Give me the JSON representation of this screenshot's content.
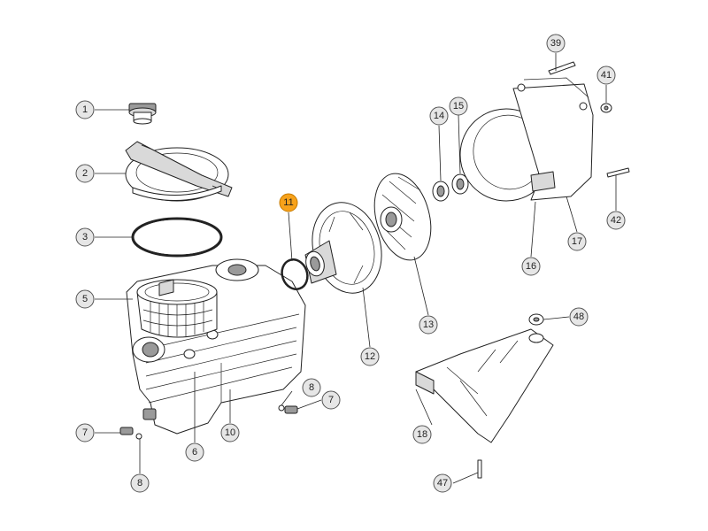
{
  "diagram": {
    "highlight_color": "#f7a21b",
    "callouts": [
      {
        "id": "c1",
        "label": "1"
      },
      {
        "id": "c2",
        "label": "2"
      },
      {
        "id": "c3",
        "label": "3"
      },
      {
        "id": "c5",
        "label": "5"
      },
      {
        "id": "c6",
        "label": "6"
      },
      {
        "id": "c7a",
        "label": "7"
      },
      {
        "id": "c8a",
        "label": "8"
      },
      {
        "id": "c7b",
        "label": "7"
      },
      {
        "id": "c8b",
        "label": "8"
      },
      {
        "id": "c10",
        "label": "10"
      },
      {
        "id": "c11",
        "label": "11",
        "highlighted": true
      },
      {
        "id": "c12",
        "label": "12"
      },
      {
        "id": "c13",
        "label": "13"
      },
      {
        "id": "c14",
        "label": "14"
      },
      {
        "id": "c15",
        "label": "15"
      },
      {
        "id": "c16",
        "label": "16"
      },
      {
        "id": "c17",
        "label": "17"
      },
      {
        "id": "c18",
        "label": "18"
      },
      {
        "id": "c39",
        "label": "39"
      },
      {
        "id": "c41",
        "label": "41"
      },
      {
        "id": "c42",
        "label": "42"
      },
      {
        "id": "c47",
        "label": "47"
      },
      {
        "id": "c48",
        "label": "48"
      }
    ]
  }
}
